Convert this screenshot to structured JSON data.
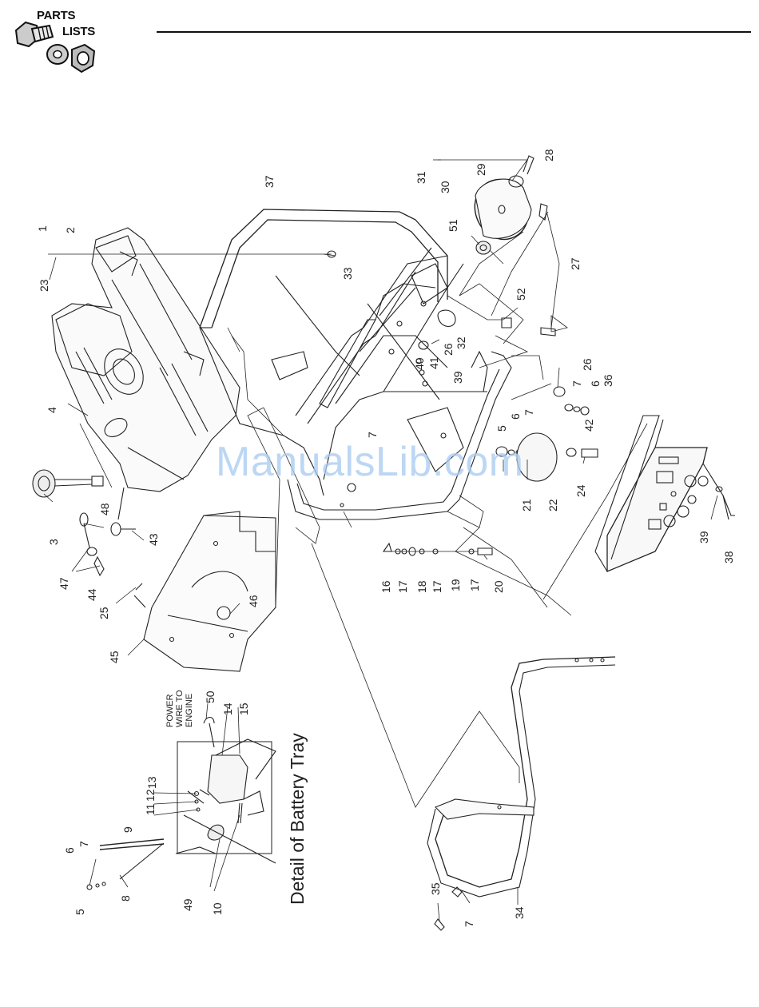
{
  "header": {
    "logo_line1": "PARTS",
    "logo_line2": "LISTS"
  },
  "detail_title": "Detail of Battery Tray",
  "power_wire_label": [
    "POWER",
    "WIRE TO",
    "ENGINE"
  ],
  "watermark": "ManualsLib.com",
  "callouts": [
    "1",
    "2",
    "23",
    "3",
    "4",
    "48",
    "47",
    "44",
    "43",
    "25",
    "45",
    "46",
    "33",
    "37",
    "31",
    "28",
    "29",
    "30",
    "51",
    "27",
    "52",
    "26",
    "32",
    "41",
    "40",
    "39",
    "26",
    "7",
    "6",
    "36",
    "5",
    "6",
    "7",
    "42",
    "24",
    "22",
    "21",
    "7",
    "16",
    "17",
    "18",
    "17",
    "19",
    "17",
    "20",
    "39",
    "38",
    "50",
    "14",
    "15",
    "13",
    "12",
    "11",
    "9",
    "6",
    "7",
    "8",
    "5",
    "49",
    "10",
    "34",
    "35",
    "7"
  ],
  "colors": {
    "line": "#222222",
    "watermark": "#aacdf2",
    "background": "#ffffff"
  }
}
